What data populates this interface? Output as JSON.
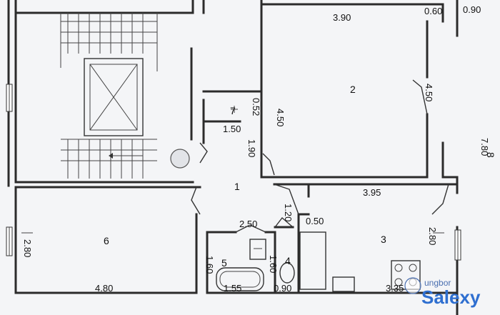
{
  "rooms": {
    "r1": "1",
    "r2": "2",
    "r3": "3",
    "r4": "4",
    "r5": "5",
    "r6": "6",
    "r7": "7",
    "r8": "8"
  },
  "dimensions": {
    "d_390": "3.90",
    "d_060": "0.60",
    "d_090": "0.90",
    "d_450_left": "4.50",
    "d_450_right": "4.50",
    "d_052": "0.52",
    "d_150": "1.50",
    "d_190": "1.90",
    "d_780": "7.80",
    "d_395": "3.95",
    "d_120": "1.20",
    "d_050": "0.50",
    "d_250": "2.50",
    "d_280_left": "2.80",
    "d_280_right": "2.80",
    "d_160_a": "1.60",
    "d_160_b": "1.60",
    "d_155": "1.55",
    "d_090_bottom": "0.90",
    "d_480": "4.80",
    "d_335": "3.35"
  },
  "watermark": {
    "top": "ungbor",
    "brand": "Salexy"
  }
}
